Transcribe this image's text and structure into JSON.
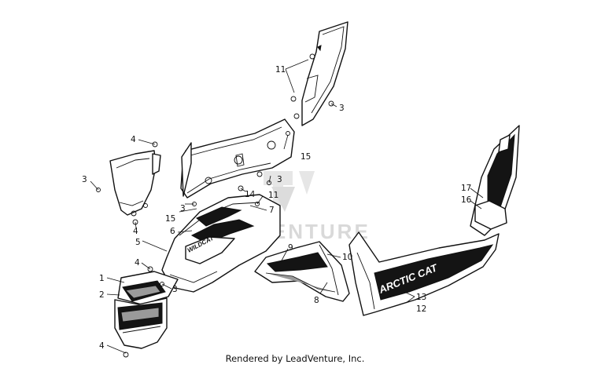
{
  "watermark": {
    "text": "ADVENTURE"
  },
  "decals": {
    "arctic_cat": "ARCTIC CAT",
    "wildcat": "WILDCAT"
  },
  "callouts": {
    "c1": "1",
    "c2": "2",
    "c3a": "3",
    "c3b": "3",
    "c3c": "3",
    "c3d": "3",
    "c3e": "3",
    "c4a": "4",
    "c4b": "4",
    "c4c": "4",
    "c4d": "4",
    "c5": "5",
    "c6": "6",
    "c7": "7",
    "c8": "8",
    "c9": "9",
    "c10": "10",
    "c11a": "11",
    "c11b": "11",
    "c12": "12",
    "c13": "13",
    "c14": "14",
    "c15a": "15",
    "c15b": "15",
    "c16": "16",
    "c17": "17"
  },
  "footer": {
    "credit": "Rendered by LeadVenture, Inc."
  }
}
